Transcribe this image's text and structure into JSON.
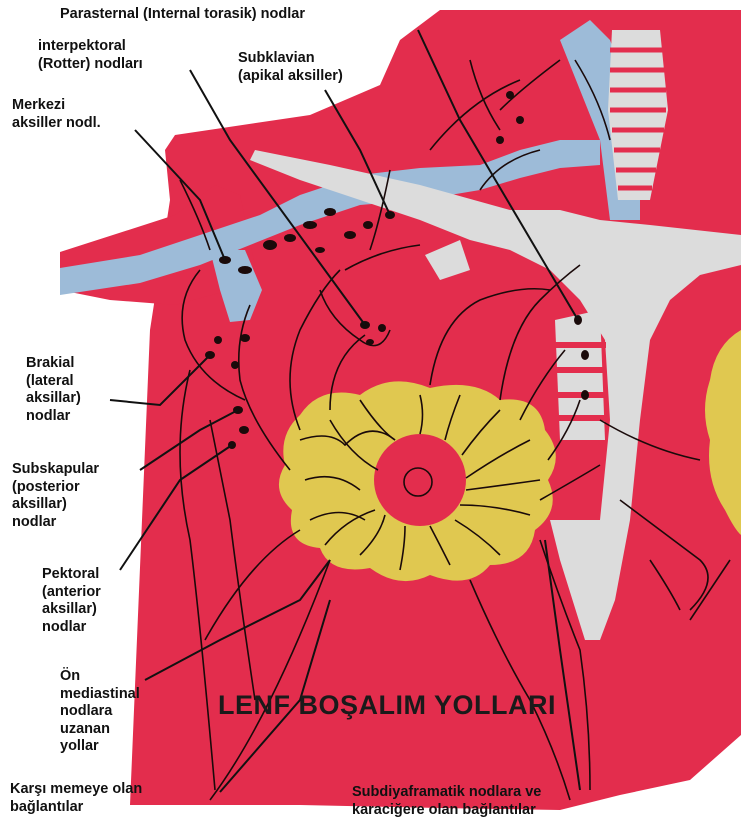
{
  "colors": {
    "tissue": "#e32d4d",
    "breast": "#e0c850",
    "vein": "#9dbbd8",
    "duct": "#dcdcdc",
    "vessel_line": "#1a0a0a",
    "label_text": "#111111"
  },
  "labels": {
    "parasternal": "Parasternal (Internal torasik) nodlar",
    "interpectoral": "interpektoral\n(Rotter) nodları",
    "subclavian": "Subklavian\n(apikal aksiller)",
    "central_axillary": "Merkezi\naksiller nodl.",
    "brachial": "Brakial\n(lateral\naksillar)\nnodlar",
    "subscapular": "Subskapular\n(posterior\naksillar)\nnodlar",
    "pectoral": "Pektoral\n(anterior\naksillar)\nnodlar",
    "anterior_mediastinal": "Ön\nmediastinal\nnodlara\nuzanan\nyollar",
    "contralateral": "Karşı memeye olan\nbağlantılar",
    "subdiaphragmatic": "Subdiyaframatik nodlara ve\nkaraciğere olan bağlantılar"
  },
  "title": "LENF BOŞALIM YOLLARI"
}
